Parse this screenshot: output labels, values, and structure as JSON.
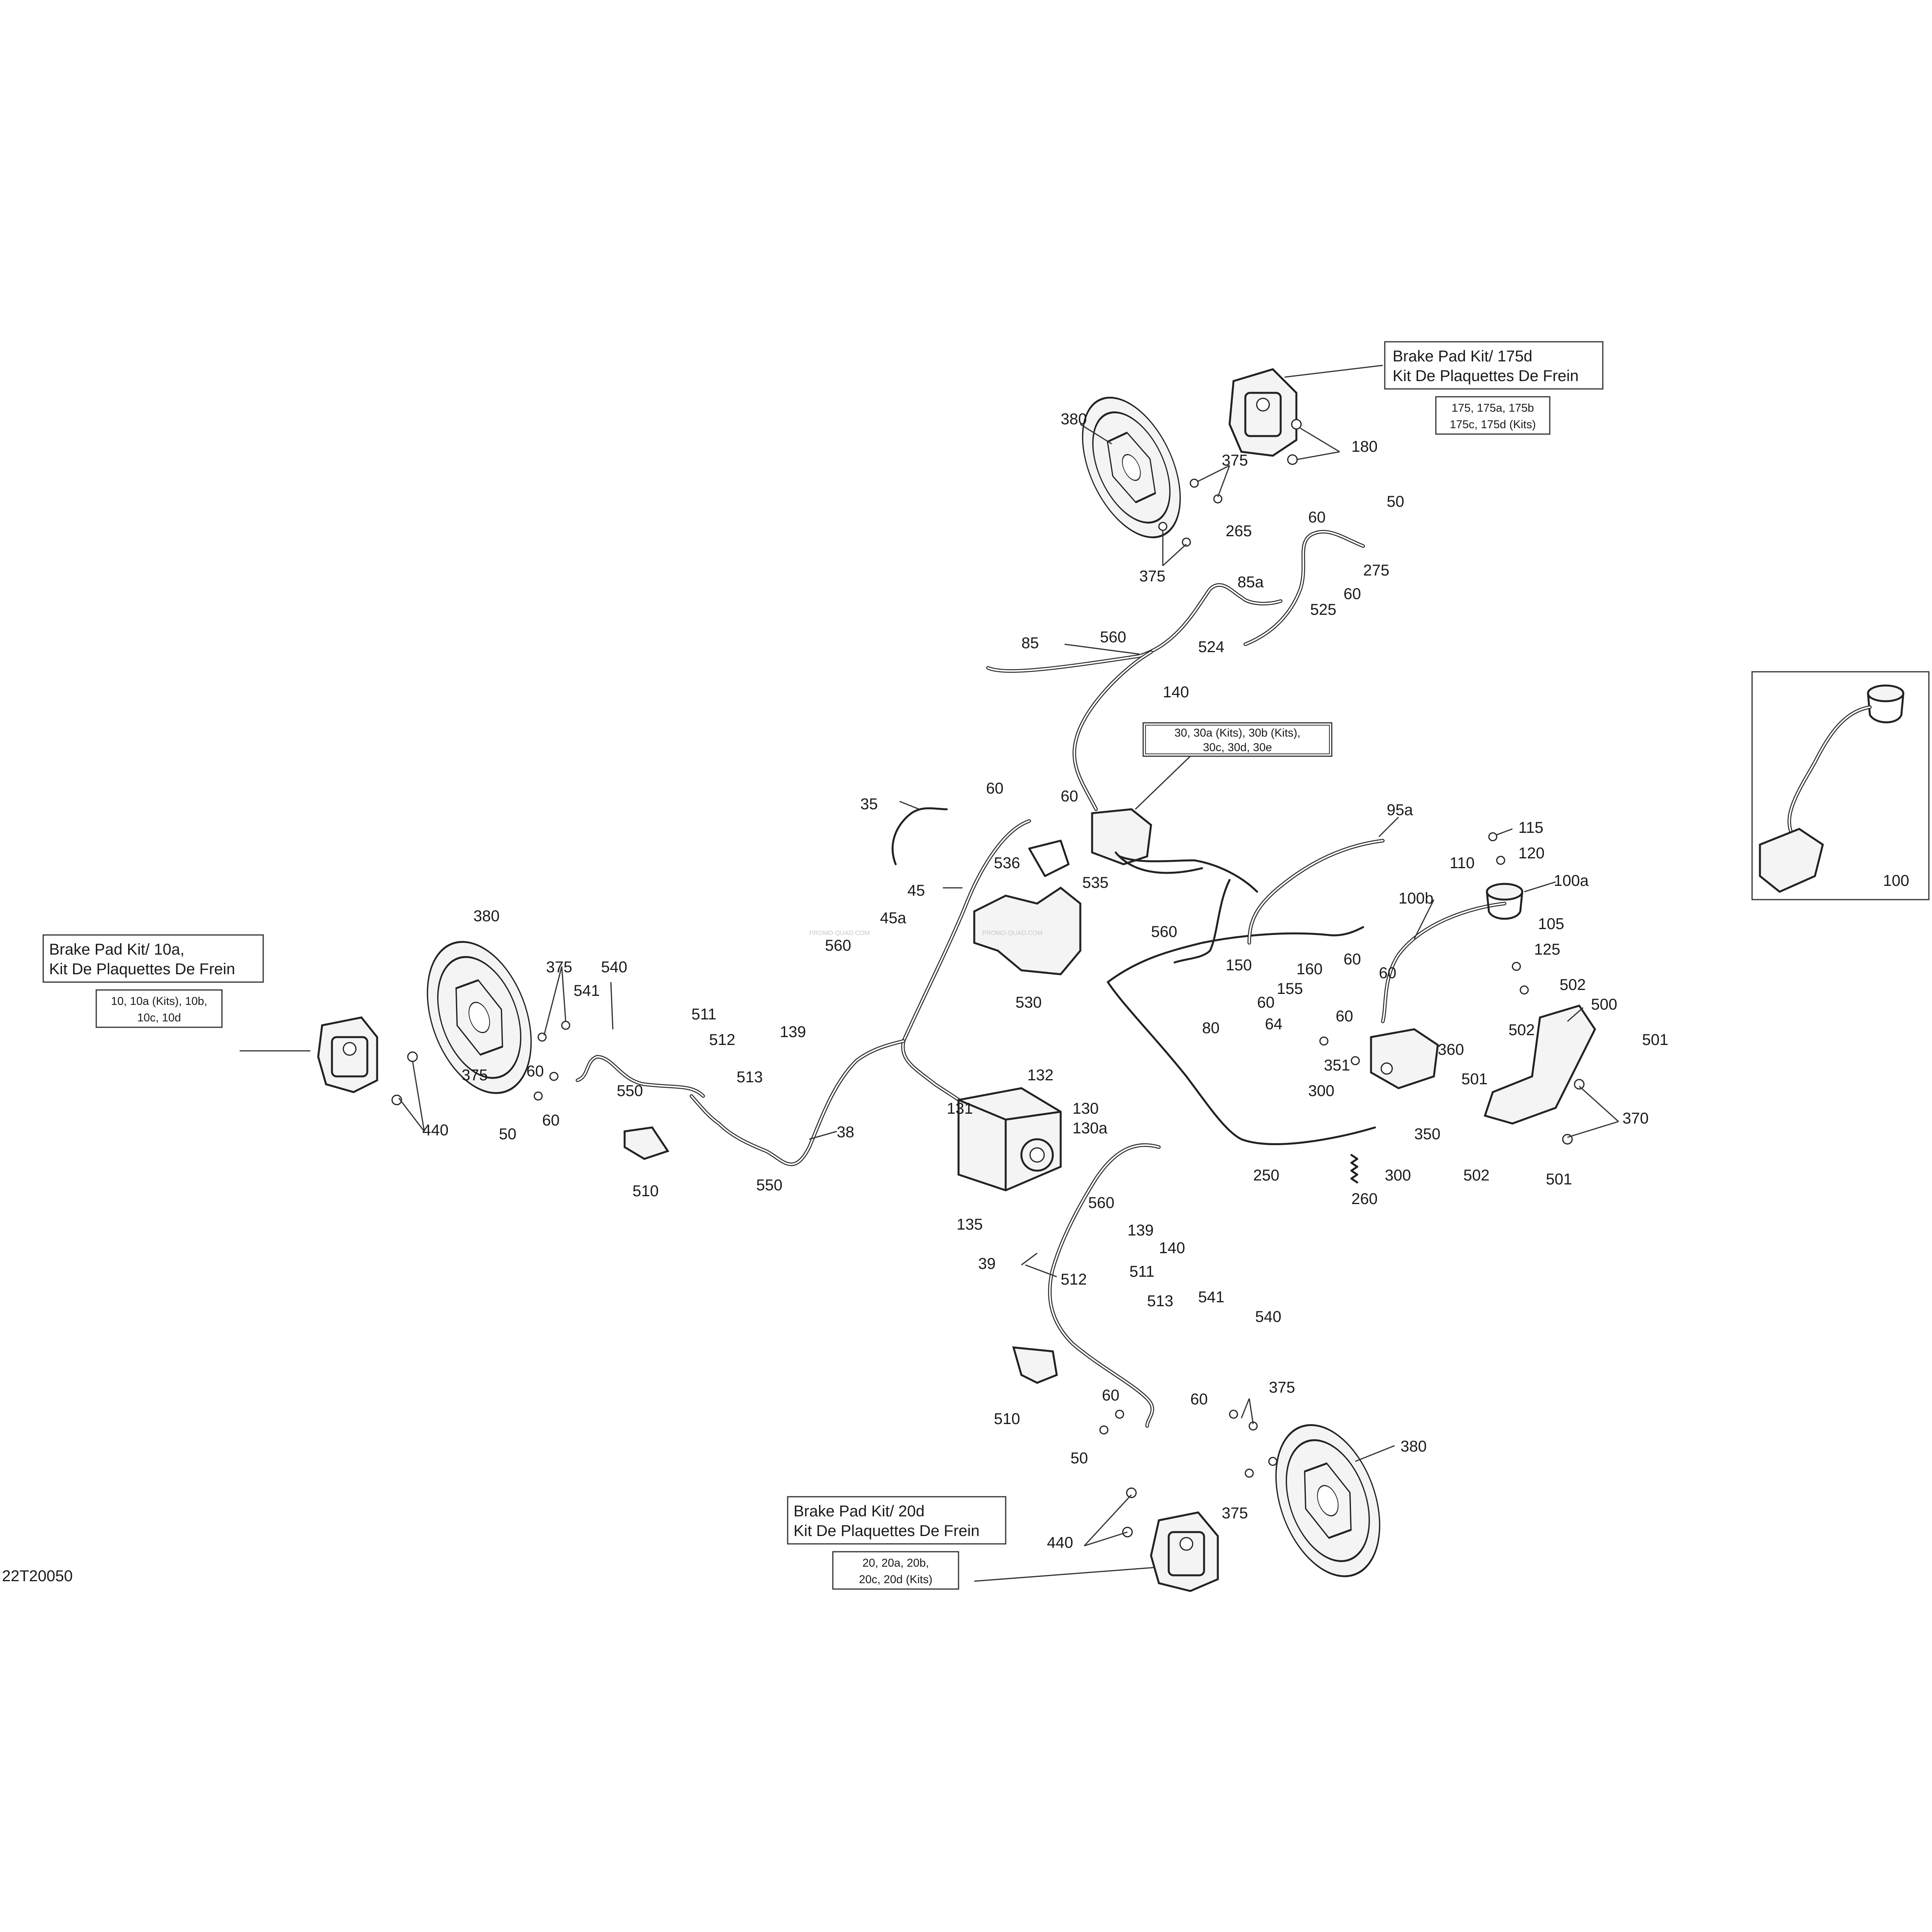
{
  "diagram_code": "22T20050",
  "watermark_text": "PROMO-QUAD.COM",
  "kits": {
    "rear_top": {
      "title": [
        "Brake Pad Kit/ 175d",
        "Kit De Plaquettes De Frein"
      ],
      "parts": [
        "175, 175a, 175b",
        "175c, 175d (Kits)"
      ]
    },
    "front_left": {
      "title": [
        "Brake Pad Kit/ 10a,",
        "Kit De Plaquettes De Frein"
      ],
      "parts": [
        "10, 10a (Kits), 10b,",
        "10c, 10d"
      ]
    },
    "front_right": {
      "title": [
        "Brake Pad Kit/ 20d",
        "Kit De Plaquettes De Frein"
      ],
      "parts": [
        "20, 20a, 20b,",
        "20c, 20d  (Kits)"
      ]
    },
    "master_cyl": {
      "parts": [
        "30, 30a (Kits), 30b (Kits),",
        "30c, 30d, 30e"
      ]
    }
  },
  "inset_label": "100",
  "callouts": [
    {
      "id": "c380a",
      "text": "380"
    },
    {
      "id": "c375a",
      "text": "375"
    },
    {
      "id": "c180",
      "text": "180"
    },
    {
      "id": "c60a",
      "text": "60"
    },
    {
      "id": "c50a",
      "text": "50"
    },
    {
      "id": "c265",
      "text": "265"
    },
    {
      "id": "c375b",
      "text": "375"
    },
    {
      "id": "c275",
      "text": "275"
    },
    {
      "id": "c85a",
      "text": "85a"
    },
    {
      "id": "c60b",
      "text": "60"
    },
    {
      "id": "c525",
      "text": "525"
    },
    {
      "id": "c85",
      "text": "85"
    },
    {
      "id": "c560a",
      "text": "560"
    },
    {
      "id": "c524",
      "text": "524"
    },
    {
      "id": "c140a",
      "text": "140"
    },
    {
      "id": "c35",
      "text": "35"
    },
    {
      "id": "c60c",
      "text": "60"
    },
    {
      "id": "c60d",
      "text": "60"
    },
    {
      "id": "c95a",
      "text": "95a"
    },
    {
      "id": "c115",
      "text": "115"
    },
    {
      "id": "c120",
      "text": "120"
    },
    {
      "id": "c110",
      "text": "110"
    },
    {
      "id": "c100a",
      "text": "100a"
    },
    {
      "id": "c100b",
      "text": "100b"
    },
    {
      "id": "c105",
      "text": "105"
    },
    {
      "id": "c125",
      "text": "125"
    },
    {
      "id": "c536",
      "text": "536"
    },
    {
      "id": "c535",
      "text": "535"
    },
    {
      "id": "c45",
      "text": "45"
    },
    {
      "id": "c45a",
      "text": "45a"
    },
    {
      "id": "c560b",
      "text": "560"
    },
    {
      "id": "c560c",
      "text": "560"
    },
    {
      "id": "c150",
      "text": "150"
    },
    {
      "id": "c160",
      "text": "160"
    },
    {
      "id": "c60e",
      "text": "60"
    },
    {
      "id": "c60f",
      "text": "60"
    },
    {
      "id": "c155",
      "text": "155"
    },
    {
      "id": "c60g",
      "text": "60"
    },
    {
      "id": "c64",
      "text": "64"
    },
    {
      "id": "c60h",
      "text": "60"
    },
    {
      "id": "c530",
      "text": "530"
    },
    {
      "id": "c80",
      "text": "80"
    },
    {
      "id": "c351",
      "text": "351"
    },
    {
      "id": "c360",
      "text": "360"
    },
    {
      "id": "c502a",
      "text": "502"
    },
    {
      "id": "c500",
      "text": "500"
    },
    {
      "id": "c502b",
      "text": "502"
    },
    {
      "id": "c501a",
      "text": "501"
    },
    {
      "id": "c501b",
      "text": "501"
    },
    {
      "id": "c300a",
      "text": "300"
    },
    {
      "id": "c370",
      "text": "370"
    },
    {
      "id": "c350",
      "text": "350"
    },
    {
      "id": "c380b",
      "text": "380"
    },
    {
      "id": "c375c",
      "text": "375"
    },
    {
      "id": "c540a",
      "text": "540"
    },
    {
      "id": "c541a",
      "text": "541"
    },
    {
      "id": "c511a",
      "text": "511"
    },
    {
      "id": "c512a",
      "text": "512"
    },
    {
      "id": "c139a",
      "text": "139"
    },
    {
      "id": "c513a",
      "text": "513"
    },
    {
      "id": "c375d",
      "text": "375"
    },
    {
      "id": "c60i",
      "text": "60"
    },
    {
      "id": "c50b",
      "text": "50"
    },
    {
      "id": "c60j",
      "text": "60"
    },
    {
      "id": "c440a",
      "text": "440"
    },
    {
      "id": "c550a",
      "text": "550"
    },
    {
      "id": "c38",
      "text": "38"
    },
    {
      "id": "c510a",
      "text": "510"
    },
    {
      "id": "c550b",
      "text": "550"
    },
    {
      "id": "c132",
      "text": "132"
    },
    {
      "id": "c131",
      "text": "131"
    },
    {
      "id": "c130",
      "text": "130"
    },
    {
      "id": "c130a",
      "text": "130a"
    },
    {
      "id": "c250",
      "text": "250"
    },
    {
      "id": "c300b",
      "text": "300"
    },
    {
      "id": "c260",
      "text": "260"
    },
    {
      "id": "c502c",
      "text": "502"
    },
    {
      "id": "c501c",
      "text": "501"
    },
    {
      "id": "c560d",
      "text": "560"
    },
    {
      "id": "c135",
      "text": "135"
    },
    {
      "id": "c139b",
      "text": "139"
    },
    {
      "id": "c140b",
      "text": "140"
    },
    {
      "id": "c39",
      "text": "39"
    },
    {
      "id": "c512b",
      "text": "512"
    },
    {
      "id": "c511b",
      "text": "511"
    },
    {
      "id": "c513b",
      "text": "513"
    },
    {
      "id": "c541b",
      "text": "541"
    },
    {
      "id": "c540b",
      "text": "540"
    },
    {
      "id": "c510b",
      "text": "510"
    },
    {
      "id": "c60k",
      "text": "60"
    },
    {
      "id": "c60l",
      "text": "60"
    },
    {
      "id": "c375e",
      "text": "375"
    },
    {
      "id": "c50c",
      "text": "50"
    },
    {
      "id": "c380c",
      "text": "380"
    },
    {
      "id": "c375f",
      "text": "375"
    },
    {
      "id": "c440b",
      "text": "440"
    }
  ]
}
